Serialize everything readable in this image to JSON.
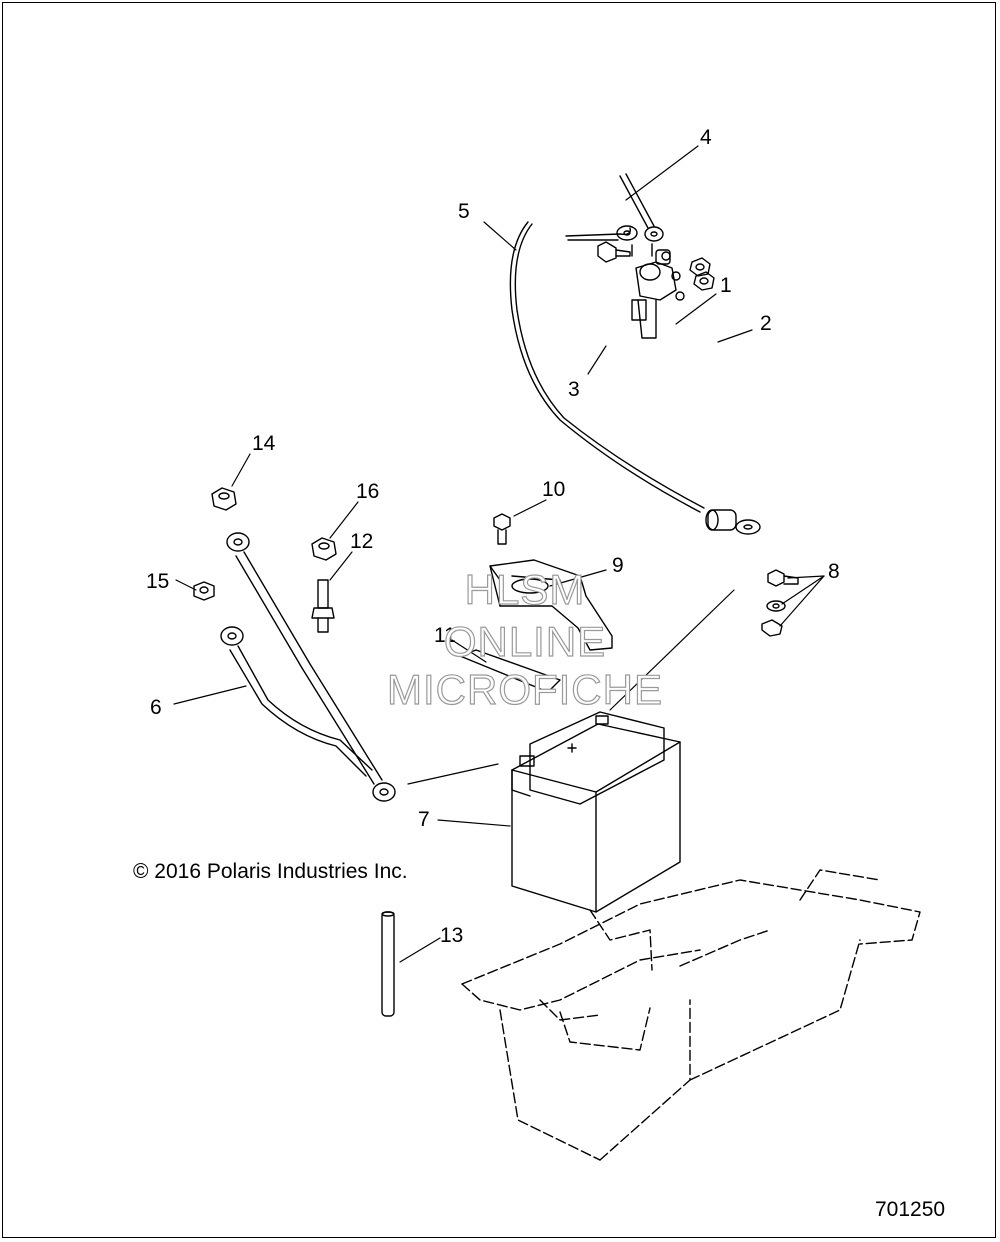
{
  "callouts": {
    "c1": "1",
    "c2": "2",
    "c3": "3",
    "c4": "4",
    "c5": "5",
    "c6": "6",
    "c7": "7",
    "c8": "8",
    "c9": "9",
    "c10": "10",
    "c11": "11",
    "c12": "12",
    "c13": "13",
    "c14": "14",
    "c15": "15",
    "c16": "16"
  },
  "copyright": "© 2016 Polaris Industries Inc.",
  "figure_number": "701250",
  "watermark": {
    "line1": "HLSM",
    "line2": "ONLINE",
    "line3": "MICROFICHE"
  },
  "colors": {
    "line": "#000000",
    "watermark_outline": "#9a9a9a",
    "background": "#ffffff"
  }
}
